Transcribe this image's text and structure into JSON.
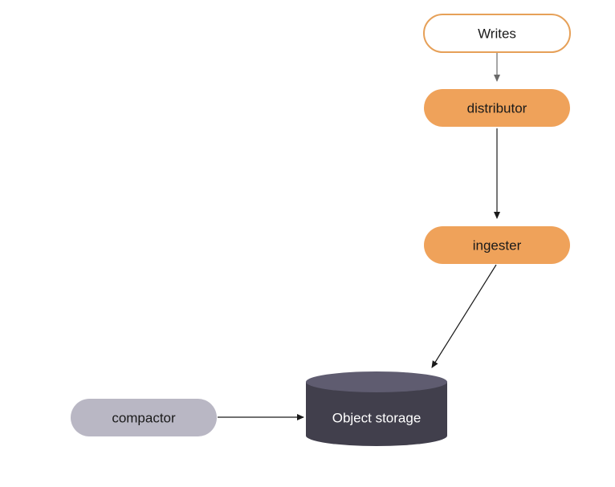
{
  "diagram": {
    "nodes": {
      "writes": {
        "label": "Writes"
      },
      "distributor": {
        "label": "distributor"
      },
      "ingester": {
        "label": "ingester"
      },
      "compactor": {
        "label": "compactor"
      },
      "object_storage": {
        "label": "Object storage"
      }
    }
  },
  "colors": {
    "orange": "#EFA25A",
    "orange_border": "#E6A058",
    "gray_pill": "#B9B7C4",
    "cylinder_body": "#413F4C",
    "cylinder_top": "#5F5C70",
    "arrow": "#1A1A1A",
    "arrow_light": "#6A6A6A",
    "text_dark": "#1A1A1A",
    "text_light": "#FFFFFF"
  }
}
